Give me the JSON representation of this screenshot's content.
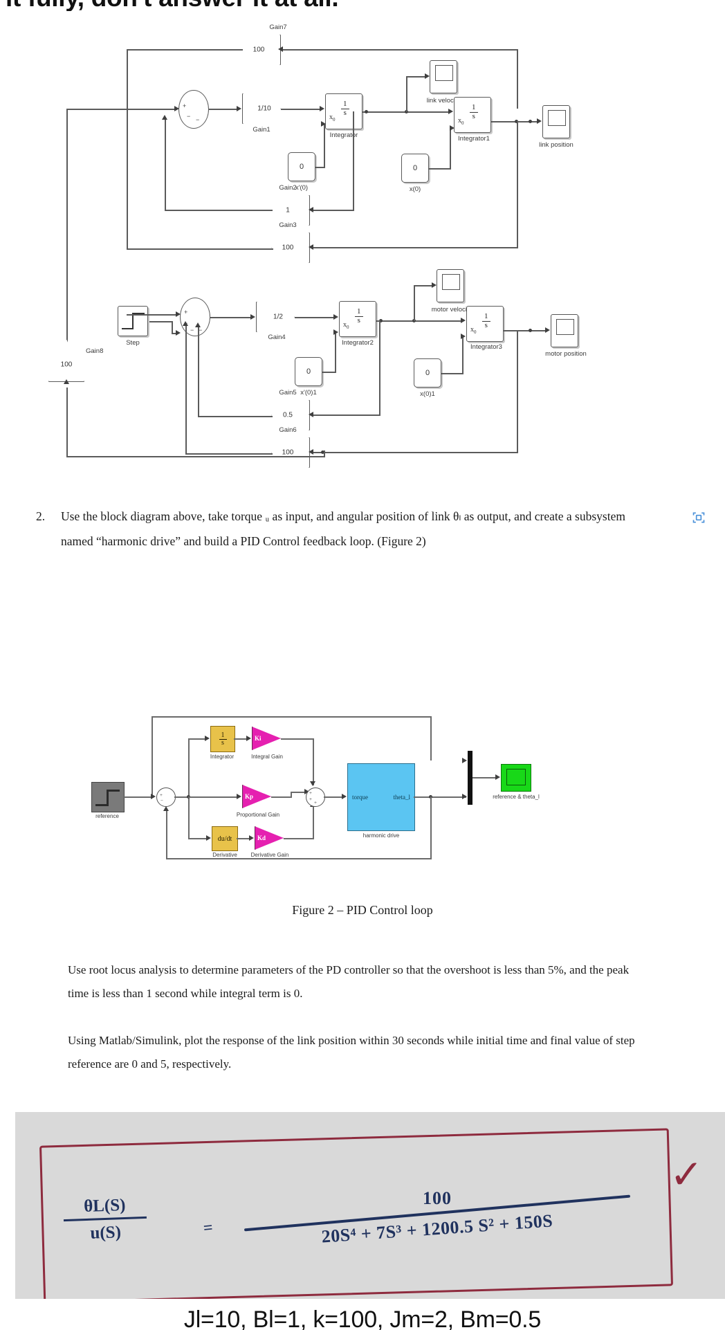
{
  "page": {
    "top_cut_heading": "it fully, don't answer it at all.",
    "bottom_params": "Jl=10, Bl=1, k=100, Jm=2, Bm=0.5"
  },
  "figure1": {
    "name": "harmonic drive open-loop block diagram",
    "link_branch": {
      "gain7": {
        "label": "Gain7",
        "value": "100"
      },
      "gain1": {
        "label": "Gain1",
        "value": "1/10"
      },
      "gain2": {
        "label": "Gain2",
        "value": "1"
      },
      "gain3": {
        "label": "Gain3",
        "value": "100"
      },
      "integrator": {
        "label": "Integrator",
        "num": "1",
        "den": "s",
        "ic": "x",
        "ic_sub": "0"
      },
      "integrator1": {
        "label": "Integrator1",
        "num": "1",
        "den": "s",
        "ic": "x",
        "ic_sub": "0"
      },
      "const_xp0": {
        "label": "x'(0)",
        "value": "0"
      },
      "const_x0": {
        "label": "x(0)",
        "value": "0"
      },
      "scope_link_velocity": "link velocity",
      "scope_link_position": "link position"
    },
    "motor_branch": {
      "step": {
        "label": "Step"
      },
      "gain4": {
        "label": "Gain4",
        "value": "1/2"
      },
      "gain5": {
        "label": "Gain5",
        "value": "0.5"
      },
      "gain6": {
        "label": "Gain6",
        "value": "100"
      },
      "gain8": {
        "label": "Gain8",
        "value": "100"
      },
      "integrator2": {
        "label": "Integrator2",
        "num": "1",
        "den": "s",
        "ic": "x",
        "ic_sub": "0"
      },
      "integrator3": {
        "label": "Integrator3",
        "num": "1",
        "den": "s",
        "ic": "x",
        "ic_sub": "0"
      },
      "const_xp01": {
        "label": "x'(0)1",
        "value": "0"
      },
      "const_x01": {
        "label": "x(0)1",
        "value": "0"
      },
      "scope_motor_velocity": "motor velocity",
      "scope_motor_position": "motor position"
    }
  },
  "question2": {
    "number": "2.",
    "text": "Use the block diagram above, take torque ᵤ as input, and angular position of link θₗ as output, and create a subsystem named “harmonic drive” and build a PID Control feedback loop. (Figure 2)"
  },
  "figure2": {
    "caption": "Figure 2 – PID Control loop",
    "reference_label": "reference",
    "integrator": {
      "label": "Integrator",
      "num": "1",
      "den": "s"
    },
    "integral_gain": {
      "label": "Integral Gain",
      "value": "Ki"
    },
    "proportional_gain": {
      "label": "Proportional Gain",
      "value": "Kp"
    },
    "derivative": {
      "label": "Derivative",
      "value": "du/dt"
    },
    "derivative_gain": {
      "label": "Derivative Gain",
      "value": "Kd"
    },
    "harmonic_drive": {
      "label": "harmonic drive",
      "in_port": "torque",
      "out_port": "theta_l"
    },
    "scope_label": "reference & theta_l"
  },
  "paragraphs": {
    "p1": "Use root locus analysis to determine parameters of the PD controller so that the overshoot is less than 5%, and the peak time is less than 1 second while integral term is 0.",
    "p2": "Using Matlab/Simulink, plot the response of the link position within 30 seconds while initial time and final value of step reference are 0 and 5, respectively."
  },
  "handwriting": {
    "lhs_numerator": "θL(S)",
    "lhs_denominator": "u(S)",
    "equals": "=",
    "rhs_numerator": "100",
    "rhs_denominator": "20S⁴ + 7S³ + 1200.5 S² + 150S",
    "checkmark": "✓"
  },
  "colors": {
    "pid_gain_magenta": "#e520b0",
    "pid_block_yellow": "#e8c24a",
    "harmonic_drive_blue": "#5bc5f2",
    "scope_green": "#18d818",
    "handwriting_ink": "#20325e",
    "marker_red": "#8e2b3e"
  }
}
